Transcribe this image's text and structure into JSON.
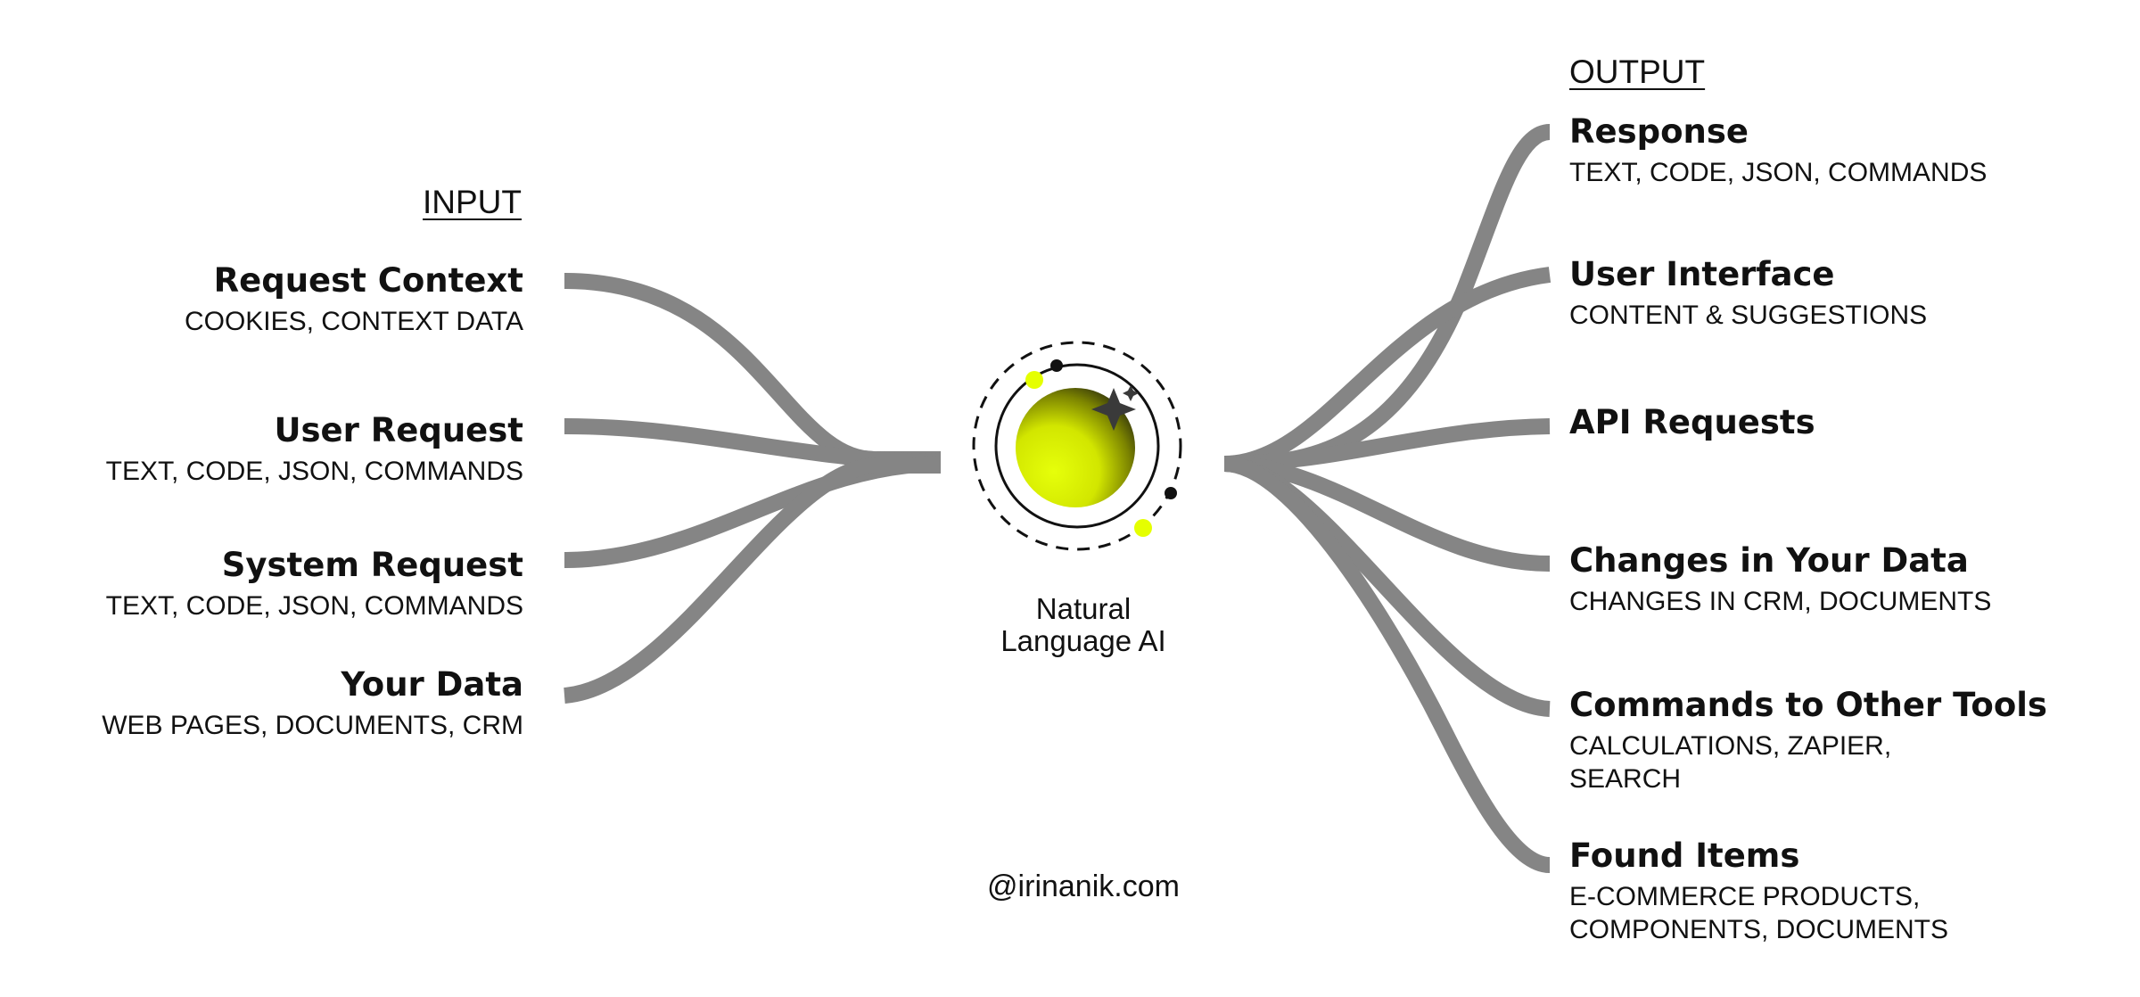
{
  "input": {
    "label": "INPUT",
    "items": [
      {
        "title": "Request Context",
        "subtitle": "COOKIES, CONTEXT DATA"
      },
      {
        "title": "User Request",
        "subtitle": "TEXT, CODE, JSON, COMMANDS"
      },
      {
        "title": "System Request",
        "subtitle": "TEXT, CODE, JSON, COMMANDS"
      },
      {
        "title": "Your Data",
        "subtitle": "WEB PAGES, DOCUMENTS, CRM"
      }
    ]
  },
  "center": {
    "label_line1": "Natural",
    "label_line2": "Language AI"
  },
  "output": {
    "label": "OUTPUT",
    "items": [
      {
        "title": "Response",
        "subtitle": "TEXT, CODE, JSON, COMMANDS"
      },
      {
        "title": "User Interface",
        "subtitle": "CONTENT & SUGGESTIONS"
      },
      {
        "title": "API Requests",
        "subtitle": ""
      },
      {
        "title": "Changes in Your Data",
        "subtitle": "CHANGES IN CRM, DOCUMENTS"
      },
      {
        "title": "Commands to Other Tools",
        "subtitle": "CALCULATIONS, ZAPIER, SEARCH"
      },
      {
        "title": "Found Items",
        "subtitle": "E-COMMERCE PRODUCTS, COMPONENTS, DOCUMENTS"
      }
    ]
  },
  "credit": "@irinanik.com",
  "colors": {
    "connector": "#858585",
    "accent": "#e5ff00",
    "text": "#111111",
    "background": "#ffffff"
  }
}
